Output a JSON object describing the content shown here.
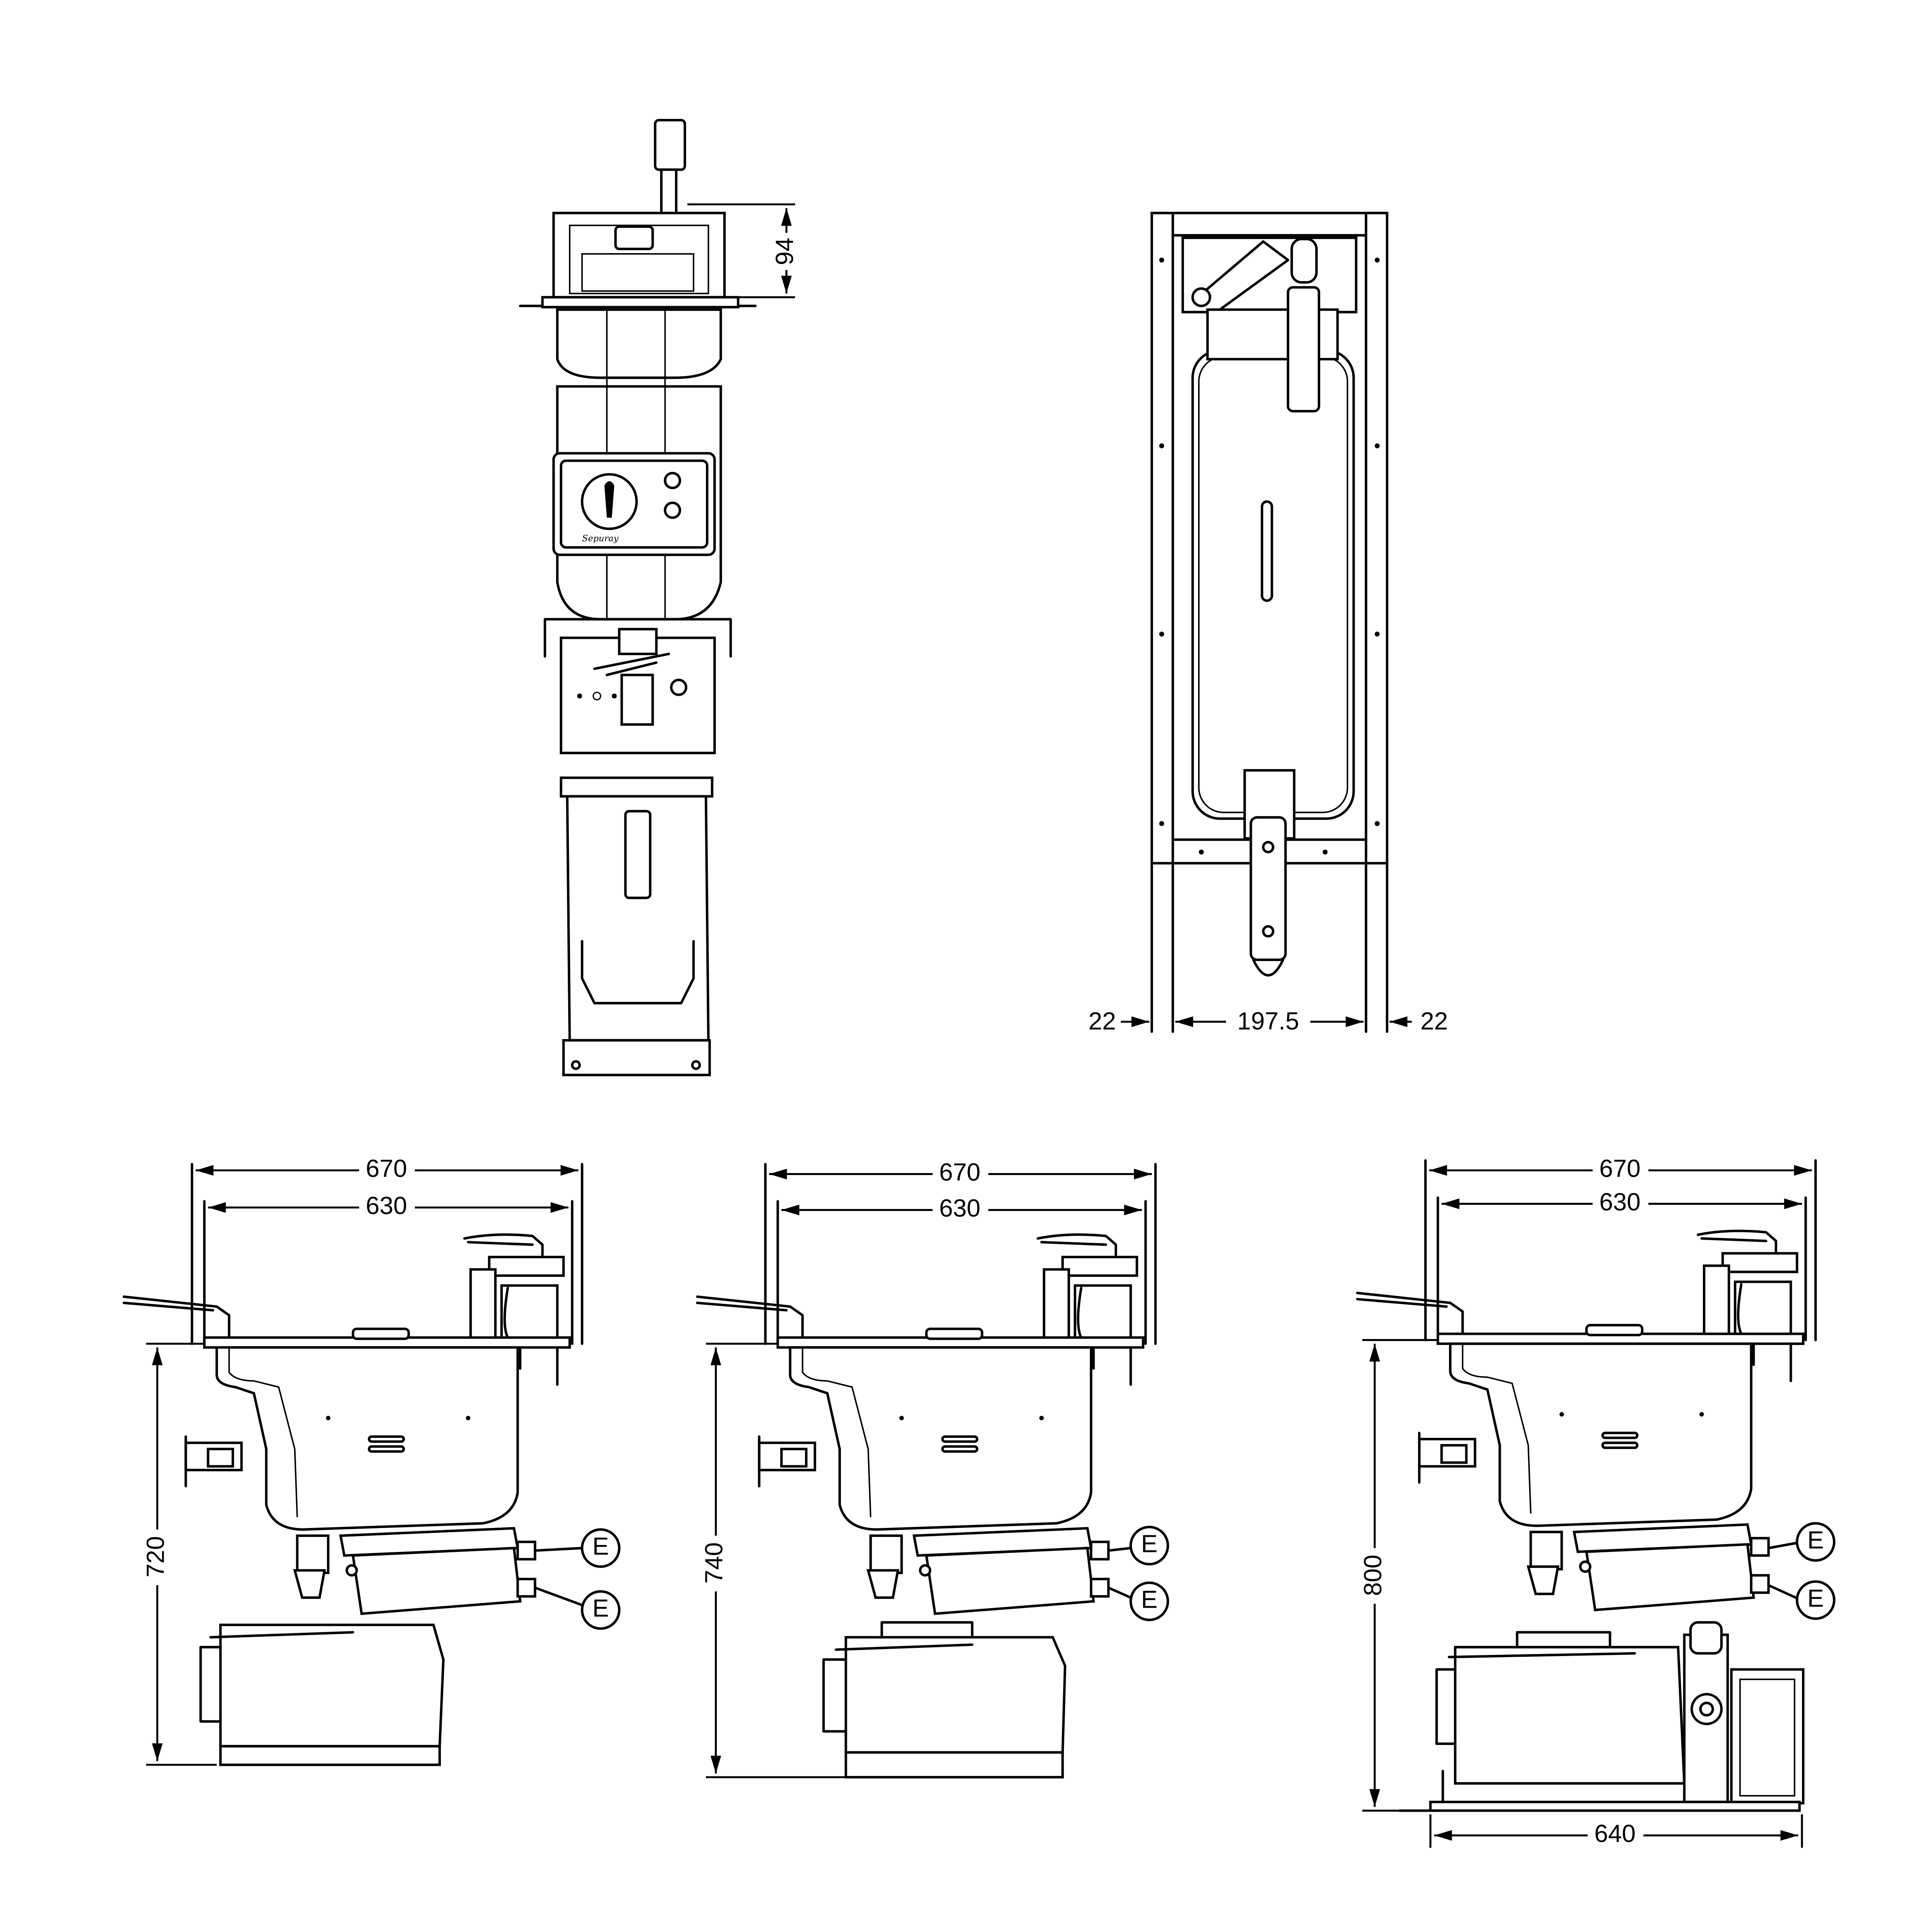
{
  "title": "Fryer dimensional drawing",
  "front_view": {
    "dim_handle_height": "94"
  },
  "plan_view": {
    "dim_left_flange": "22",
    "dim_inner_width": "197.5",
    "dim_right_flange": "22"
  },
  "side_views": [
    {
      "dim_overall_depth": "670",
      "dim_tank_depth": "630",
      "dim_height": "720",
      "connection_top": "E",
      "connection_bottom": "E"
    },
    {
      "dim_overall_depth": "670",
      "dim_tank_depth": "630",
      "dim_height": "740",
      "connection_top": "E",
      "connection_bottom": "E"
    },
    {
      "dim_overall_depth": "670",
      "dim_tank_depth": "630",
      "dim_height": "800",
      "connection_top": "E",
      "connection_bottom": "E",
      "dim_cart_width": "640"
    }
  ],
  "control_panel": {
    "brand_script": "Sepuray"
  }
}
